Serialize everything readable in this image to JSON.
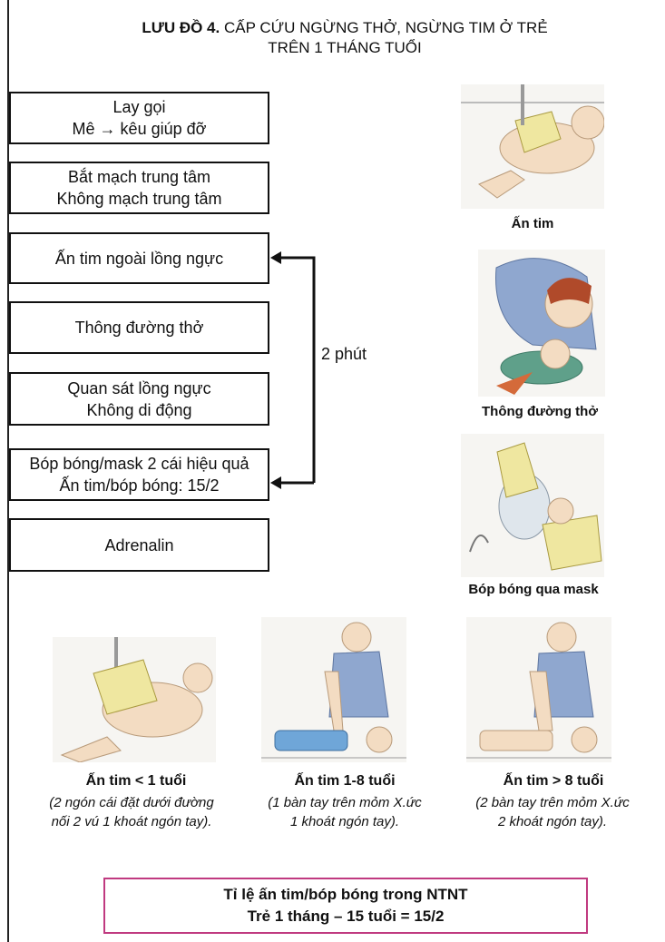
{
  "title": {
    "bold": "LƯU ĐỒ 4.",
    "line1_rest": "CẤP CỨU NGỪNG THỞ, NGỪNG TIM Ở TRẺ",
    "line2": "TRÊN 1 THÁNG TUỔI"
  },
  "steps": [
    {
      "line1": "Lay gọi",
      "line2": "Mê → kêu giúp đỡ"
    },
    {
      "line1": "Bắt mạch trung tâm",
      "line2": "Không mạch trung tâm"
    },
    {
      "line1": "Ấn tim ngoài lồng ngực",
      "line2": ""
    },
    {
      "line1": "Thông đường thở",
      "line2": ""
    },
    {
      "line1": "Quan sát lồng ngực",
      "line2": "Không di động"
    },
    {
      "line1": "Bóp bóng/mask 2 cái hiệu quả",
      "line2": "Ấn tim/bóp bóng: 15/2"
    },
    {
      "line1": "Adrenalin",
      "line2": ""
    }
  ],
  "loop_label": "2 phút",
  "side_captions": [
    "Ấn tim",
    "Thông đường thở",
    "Bóp bóng qua mask"
  ],
  "age_panels": [
    {
      "title": "Ấn tim < 1 tuổi",
      "note1": "(2 ngón cái đặt dưới đường",
      "note2": "nối 2 vú 1 khoát ngón tay)."
    },
    {
      "title": "Ấn tim 1-8 tuổi",
      "note1": "(1 bàn tay trên mỏm X.ức",
      "note2": "1 khoát ngón tay)."
    },
    {
      "title": "Ấn tim > 8 tuổi",
      "note1": "(2 bàn tay trên mỏm X.ức",
      "note2": "2 khoát ngón tay)."
    }
  ],
  "ratio_box": {
    "line1": "Tỉ lệ ấn tim/bóp bóng trong NTNT",
    "line2": "Trẻ 1 tháng – 15 tuổi = 15/2"
  },
  "colors": {
    "accent_border": "#c03a80",
    "skin": "#f3dcc2",
    "glove": "#efe7a0",
    "shirt": "#8fa7cf",
    "child_pants": "#6fa6d8",
    "hair": "#b04a2a"
  }
}
